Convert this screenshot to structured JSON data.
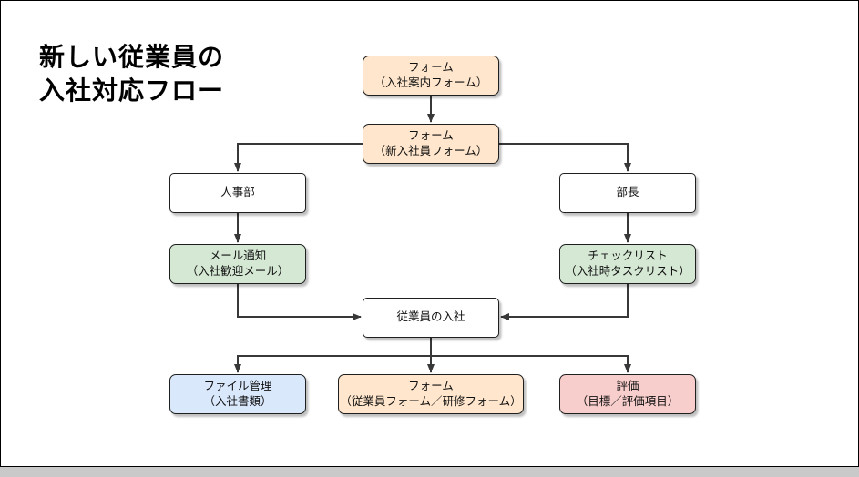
{
  "slide": {
    "title_line1": "新しい従業員の",
    "title_line2": "入社対応フロー"
  },
  "palette": {
    "orange_fill": "#ffe6cc",
    "green_fill": "#d5e8d4",
    "blue_fill": "#dae8fc",
    "pink_fill": "#f8cecc",
    "white_fill": "#ffffff",
    "node_border": "#1f1f1f",
    "connector_line": "#383838",
    "canvas_background": "#ffffff",
    "outer_background": "#c9c9c9"
  },
  "nodes": {
    "form_guide": {
      "line1": "フォーム",
      "line2": "（入社案内フォーム）",
      "fill": "#ffe6cc"
    },
    "form_newhire": {
      "line1": "フォーム",
      "line2": "（新入社員フォーム）",
      "fill": "#ffe6cc"
    },
    "hr_dept": {
      "line1": "人事部",
      "fill": "#ffffff"
    },
    "manager": {
      "line1": "部長",
      "fill": "#ffffff"
    },
    "mail_notice": {
      "line1": "メール通知",
      "line2": "（入社歓迎メール）",
      "fill": "#d5e8d4"
    },
    "checklist": {
      "line1": "チェックリスト",
      "line2": "（入社時タスクリスト）",
      "fill": "#d5e8d4"
    },
    "employee_join": {
      "line1": "従業員の入社",
      "fill": "#ffffff"
    },
    "file_mgmt": {
      "line1": "ファイル管理",
      "line2": "（入社書類）",
      "fill": "#dae8fc"
    },
    "form_training": {
      "line1": "フォーム",
      "line2": "（従業員フォーム／研修フォーム）",
      "fill": "#ffe6cc"
    },
    "evaluation": {
      "line1": "評価",
      "line2": "（目標／評価項目）",
      "fill": "#f8cecc"
    }
  }
}
